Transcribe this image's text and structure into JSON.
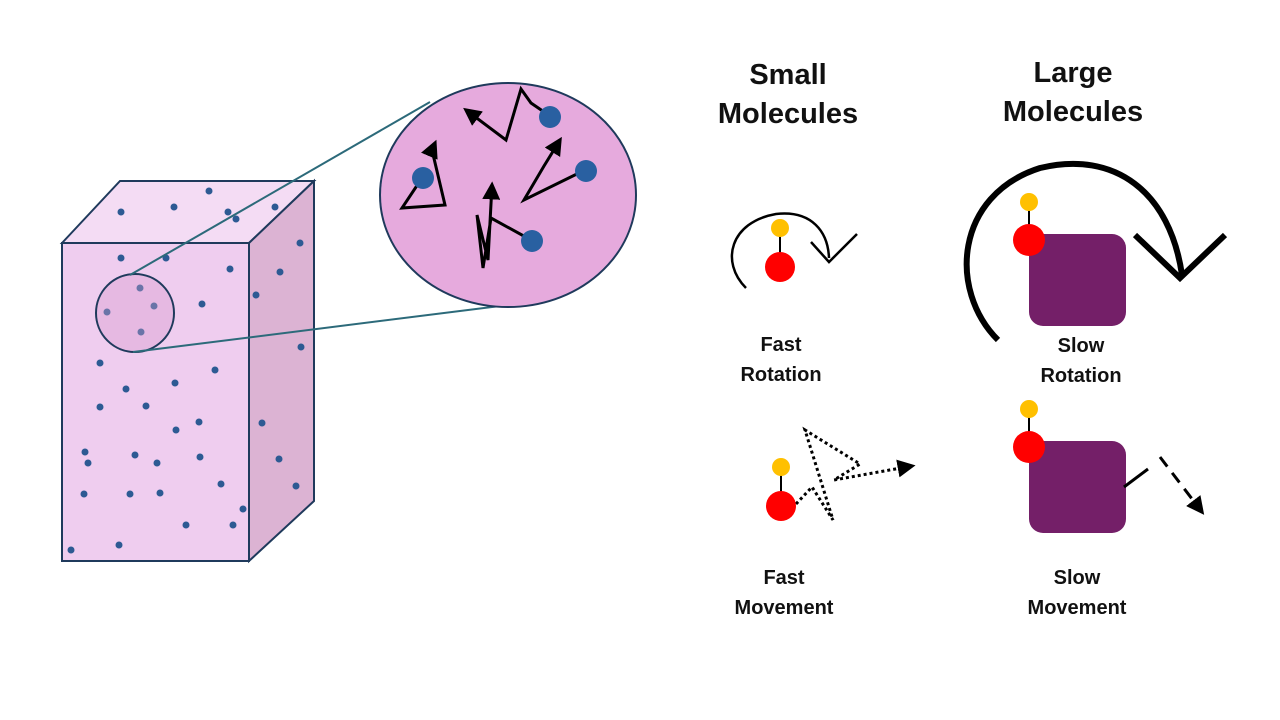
{
  "headings": {
    "small": "Small\nMolecules",
    "large": "Large\nMolecules"
  },
  "captions": {
    "fast_rotation": "Fast\nRotation",
    "slow_rotation": "Slow\nRotation",
    "fast_movement": "Fast\nMovement",
    "slow_movement": "Slow\nMovement"
  },
  "colors": {
    "box_front": "#efcdef",
    "box_top": "#f4dcf4",
    "box_side": "#dcb3d3",
    "box_outline": "#1f3a5c",
    "dot": "#2d5a93",
    "zoom_fill": "#e6aadd",
    "zoom_line": "#2c6a7a",
    "yellow": "#ffc000",
    "red": "#ff0000",
    "purple": "#741f68",
    "ink": "#000000"
  }
}
